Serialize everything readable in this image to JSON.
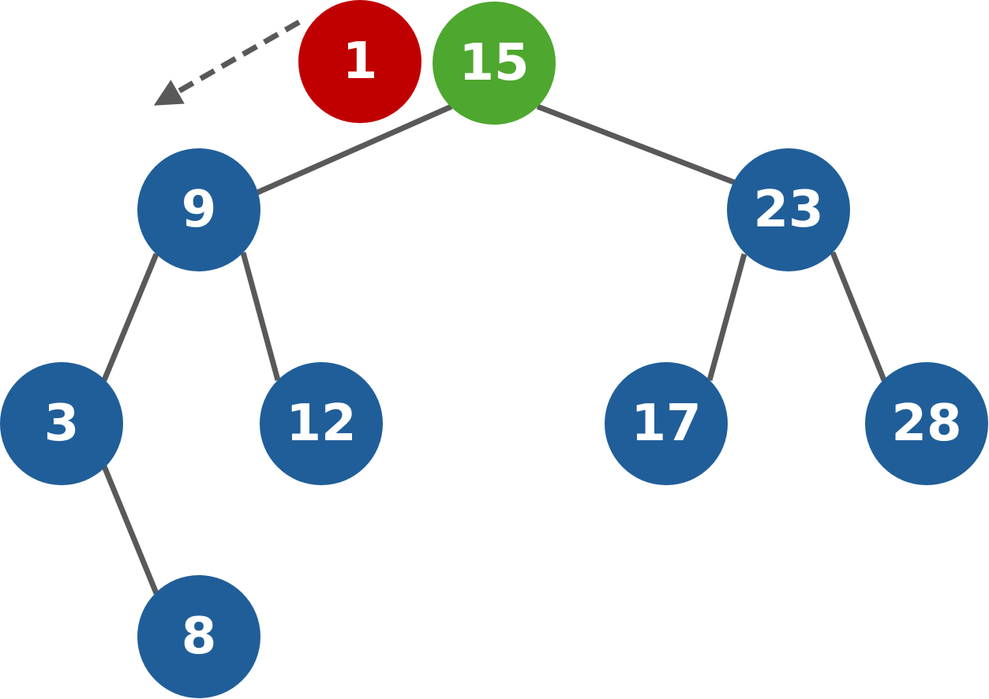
{
  "colors": {
    "tree_node": "#205e99",
    "inserted_node": "#c00000",
    "root_highlight": "#4ea72e",
    "edge": "#595959",
    "label": "#ffffff"
  },
  "nodes": {
    "inserted": "1",
    "root": "15",
    "n9": "9",
    "n23": "23",
    "n3": "3",
    "n12": "12",
    "n17": "17",
    "n28": "28",
    "n8": "8"
  }
}
